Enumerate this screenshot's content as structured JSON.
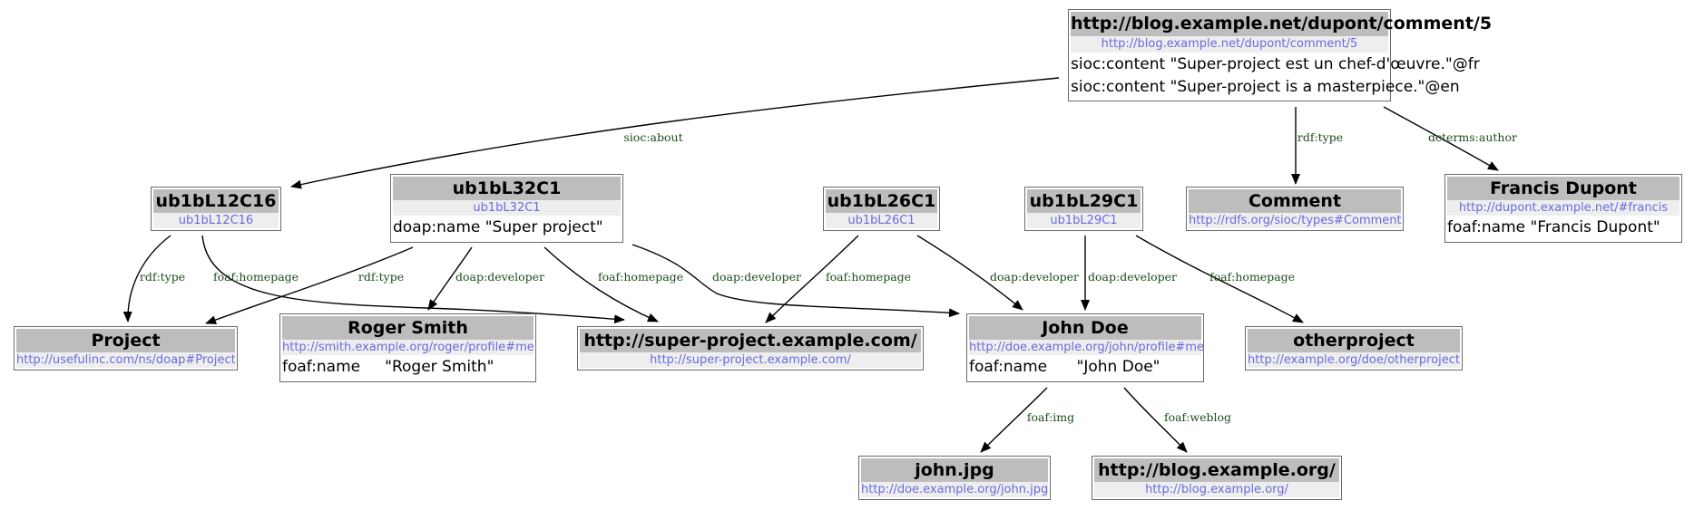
{
  "nodes": {
    "comment5": {
      "title": "http://blog.example.net/dupont/comment/5",
      "uri": "http://blog.example.net/dupont/comment/5",
      "props": [
        "sioc:content \"Super-project est un chef-d'œuvre.\"@fr",
        "sioc:content \"Super-project is a masterpiece.\"@en"
      ]
    },
    "ub12": {
      "title": "ub1bL12C16",
      "uri": "ub1bL12C16"
    },
    "ub32": {
      "title": "ub1bL32C1",
      "uri": "ub1bL32C1",
      "props": [
        "doap:name \"Super project\""
      ]
    },
    "ub26": {
      "title": "ub1bL26C1",
      "uri": "ub1bL26C1"
    },
    "ub29": {
      "title": "ub1bL29C1",
      "uri": "ub1bL29C1"
    },
    "comment": {
      "title": "Comment",
      "uri": "http://rdfs.org/sioc/types#Comment"
    },
    "francis": {
      "title": "Francis Dupont",
      "uri": "http://dupont.example.net/#francis",
      "props": [
        "foaf:name \"Francis Dupont\""
      ]
    },
    "project": {
      "title": "Project",
      "uri": "http://usefulinc.com/ns/doap#Project"
    },
    "roger": {
      "title": "Roger Smith",
      "uri": "http://smith.example.org/roger/profile#me",
      "props": [
        "foaf:name     \"Roger Smith\""
      ]
    },
    "superproject": {
      "title": "http://super-project.example.com/",
      "uri": "http://super-project.example.com/"
    },
    "john": {
      "title": "John Doe",
      "uri": "http://doe.example.org/john/profile#me",
      "props": [
        "foaf:name      \"John Doe\""
      ]
    },
    "otherproject": {
      "title": "otherproject",
      "uri": "http://example.org/doe/otherproject"
    },
    "johnjpg": {
      "title": "john.jpg",
      "uri": "http://doe.example.org/john.jpg"
    },
    "blog": {
      "title": "http://blog.example.org/",
      "uri": "http://blog.example.org/"
    }
  },
  "edges": [
    {
      "from": "comment5",
      "to": "ub12",
      "label": "sioc:about"
    },
    {
      "from": "comment5",
      "to": "comment",
      "label": "rdf:type"
    },
    {
      "from": "comment5",
      "to": "francis",
      "label": "dcterms:author"
    },
    {
      "from": "ub12",
      "to": "project",
      "label": "rdf:type"
    },
    {
      "from": "ub12",
      "to": "superproject",
      "label": "foaf:homepage"
    },
    {
      "from": "ub32",
      "to": "project",
      "label": "rdf:type"
    },
    {
      "from": "ub32",
      "to": "roger",
      "label": "doap:developer"
    },
    {
      "from": "ub32",
      "to": "superproject",
      "label": "foaf:homepage"
    },
    {
      "from": "ub32",
      "to": "john",
      "label": "doap:developer"
    },
    {
      "from": "ub26",
      "to": "superproject",
      "label": "foaf:homepage"
    },
    {
      "from": "ub26",
      "to": "john",
      "label": "doap:developer"
    },
    {
      "from": "ub29",
      "to": "john",
      "label": "doap:developer"
    },
    {
      "from": "ub29",
      "to": "otherproject",
      "label": "foaf:homepage"
    },
    {
      "from": "john",
      "to": "johnjpg",
      "label": "foaf:img"
    },
    {
      "from": "john",
      "to": "blog",
      "label": "foaf:weblog"
    }
  ]
}
